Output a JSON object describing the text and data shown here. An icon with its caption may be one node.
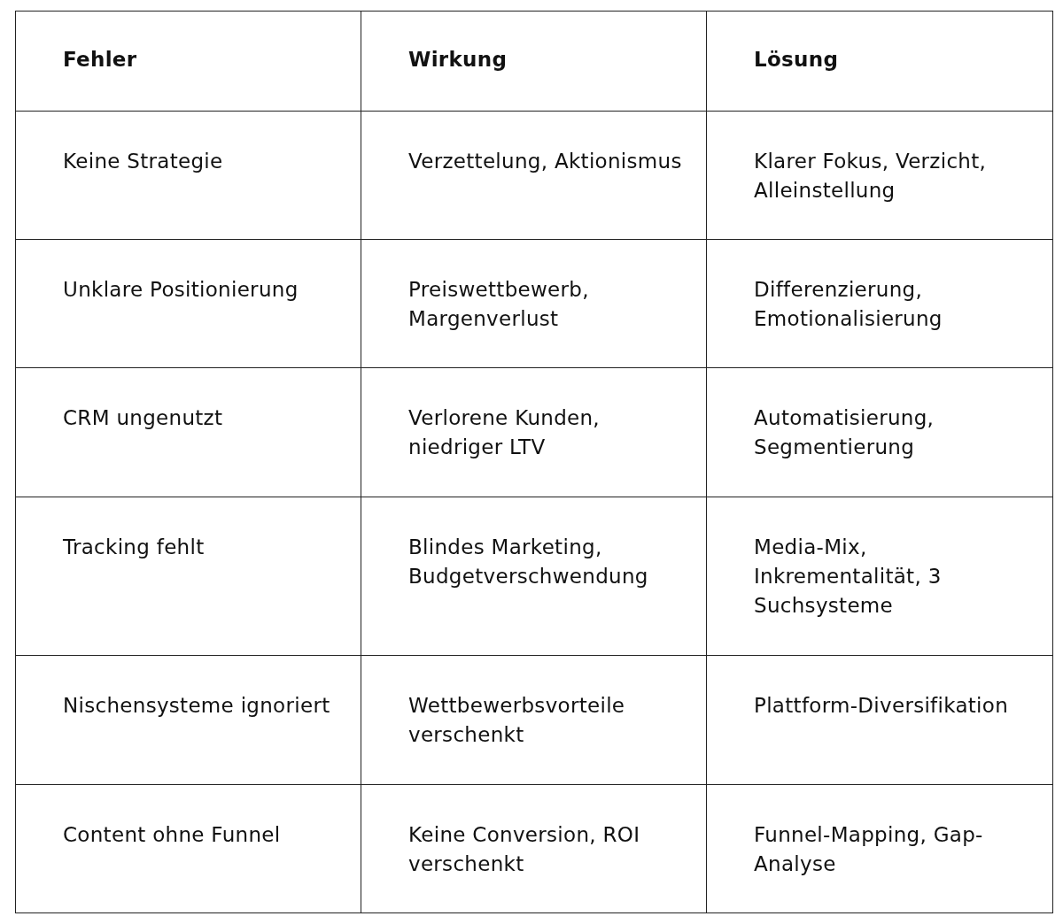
{
  "diagram": {
    "labels": [
      "Fehler",
      "Wirkung",
      "Lösung",
      "Keine Strategie",
      "Verzettelung, Aktionismus",
      "Klarer Fokus, Verzicht, Alleinstellung",
      "Unklare Positionierung",
      "Preiswettbewerb, Margenverlust",
      "Differenzierung, Emotionalisierung",
      "CRM ungenutzt",
      "Verlorene Kunden, niedriger LTV",
      "Automatisierung, Segmentierung",
      "Tracking fehlt",
      "Blindes Marketing, Budgetverschwendung",
      "Media-Mix, Inkrementalität, 3 Suchsysteme",
      "Nischensysteme ignoriert",
      "Wettbewerbsvorteile verschenkt",
      "Plattform-Diversifikation",
      "Content ohne Funnel",
      "Keine Conversion, ROI verschenkt",
      "Funnel-Mapping, Gap-Analyse"
    ]
  }
}
